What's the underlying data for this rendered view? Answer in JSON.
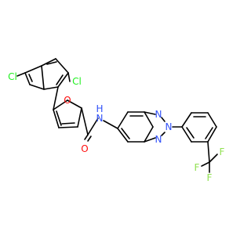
{
  "colors": {
    "bond": "#000000",
    "O": "#ff0d0d",
    "N": "#3050f8",
    "Cl": "#1ff01f",
    "F": "#90e050",
    "background": "#ffffff"
  },
  "labels": {
    "cl_top": "Cl",
    "cl_left": "Cl",
    "o_ring": "O",
    "o_carbonyl": "O",
    "nh": "N",
    "h": "H",
    "n_top": "N",
    "n_mid": "N",
    "n_bot": "N",
    "f_top": "F",
    "f_left": "F",
    "f_bottom": "F"
  }
}
